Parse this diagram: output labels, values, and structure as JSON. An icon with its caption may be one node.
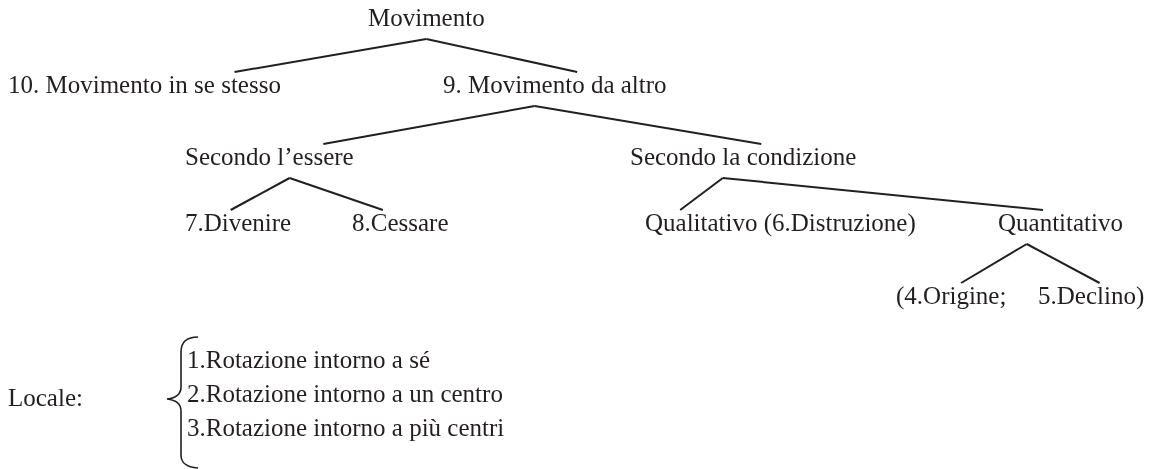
{
  "diagram": {
    "nodes": [
      {
        "text": [
          "Movimento"
        ]
      },
      {
        "text": [
          "10. Movimento in se stesso"
        ]
      },
      {
        "text": [
          "9. Movimento da altro"
        ]
      },
      {
        "text": [
          "Secondo l’essere"
        ]
      },
      {
        "text": [
          "Secondo la condizione"
        ]
      },
      {
        "text": [
          "7.Divenire"
        ]
      },
      {
        "text": [
          "8.Cessare"
        ]
      },
      {
        "text": [
          "Qualitativo (6.Distruzione)"
        ]
      },
      {
        "text": [
          "Quantitativo"
        ]
      },
      {
        "text": [
          "(4.Origine;"
        ]
      },
      {
        "text": [
          "5.Declino)"
        ]
      }
    ],
    "edges": [
      {
        "from": 0,
        "to": 1,
        "arrow": "none"
      },
      {
        "from": 0,
        "to": 2,
        "arrow": "none"
      },
      {
        "from": 2,
        "to": 3,
        "arrow": "none"
      },
      {
        "from": 2,
        "to": 4,
        "arrow": "none"
      },
      {
        "from": 3,
        "to": 5,
        "arrow": "none"
      },
      {
        "from": 3,
        "to": 6,
        "arrow": "none"
      },
      {
        "from": 4,
        "to": 7,
        "arrow": "none"
      },
      {
        "from": 4,
        "to": 8,
        "arrow": "none"
      },
      {
        "from": 8,
        "to": 9,
        "arrow": "none"
      },
      {
        "from": 8,
        "to": 10,
        "arrow": "none"
      }
    ],
    "labels": [
      "Locale:",
      "1.Rotazione intorno a sé",
      "2.Rotazione intorno a un centro",
      "3.Rotazione intorno a più centri"
    ]
  }
}
